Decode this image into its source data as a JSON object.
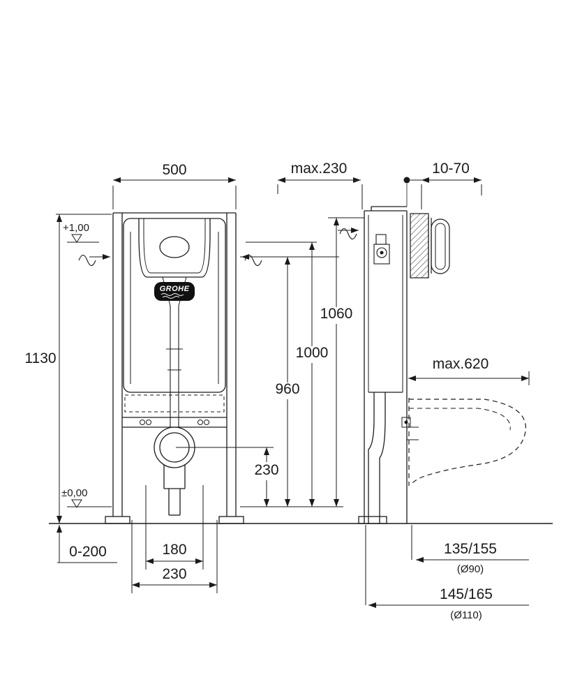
{
  "brand": {
    "logo": "GROHE"
  },
  "colors": {
    "ink": "#1a1a1a",
    "paper": "#ffffff"
  },
  "dims": {
    "frame_width": "500",
    "max_depth": "max.230",
    "wall_range": "10-70",
    "height_total": "1130",
    "level_plus": "+1,00",
    "level_zero": "±0,00",
    "h1060": "1060",
    "h1000": "1000",
    "h960": "960",
    "outlet_height": "230",
    "bowl_depth": "max.620",
    "feet_range": "0-200",
    "outlet_width": "180",
    "bolt_spacing": "230",
    "offset_d90": "135/155",
    "offset_d90_dia": "(Ø90)",
    "offset_d110": "145/165",
    "offset_d110_dia": "(Ø110)"
  }
}
